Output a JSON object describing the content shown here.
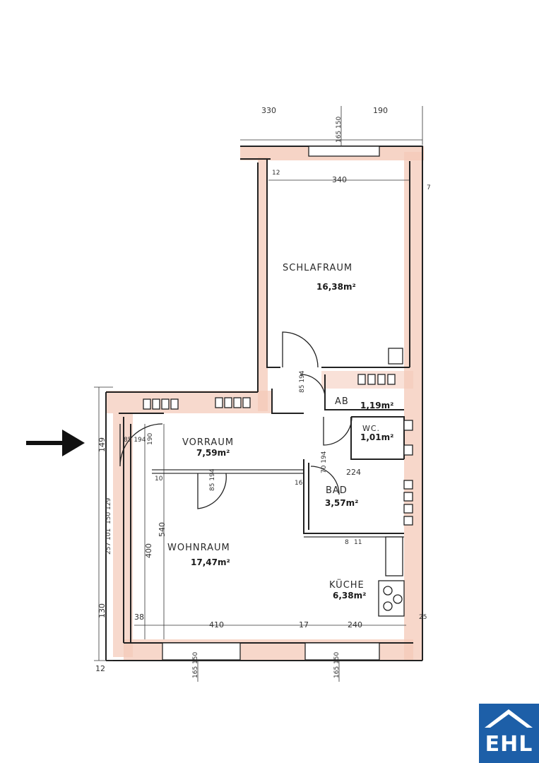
{
  "rooms": {
    "schlafraum": {
      "label": "SCHLAFRAUM",
      "area": "16,38m²"
    },
    "ab": {
      "label": "AB",
      "area": "1,19m²"
    },
    "wc": {
      "label": "WC.",
      "area": "1,01m²"
    },
    "vorraum": {
      "label": "VORRAUM",
      "area": "7,59m²"
    },
    "bad": {
      "label": "BAD",
      "area": "3,57m²"
    },
    "wohnraum": {
      "label": "WOHNRAUM",
      "area": "17,47m²"
    },
    "kueche": {
      "label": "KÜCHE",
      "area": "6,38m²"
    }
  },
  "dimensions": {
    "top_left": "330",
    "top_right": "190",
    "top_window": "165 150",
    "schlaf_width": "340",
    "wall_12_top": "12",
    "wall_7": "7",
    "door_85_194_a": "85 194",
    "door_70_194": "70 194",
    "bad_224": "224",
    "door_85_194_b": "85 194",
    "door_85_194_c": "85 194",
    "v_190": "190",
    "v_149": "149",
    "v_150_129": "150 129",
    "v_257_101": "257 101",
    "v_400": "400",
    "v_540": "540",
    "v_130": "130",
    "v_38": "38",
    "bottom_410": "410",
    "bottom_17": "17",
    "bottom_240": "240",
    "right_25": "25",
    "bottom_12": "12",
    "bottom_165_150_a": "165 150",
    "bottom_165_150_b": "165 150",
    "small_10": "10",
    "small_16": "16",
    "small_8": "8",
    "small_11": "11"
  },
  "logo": {
    "text": "EHL",
    "color": "#1d5fa8"
  },
  "colors": {
    "wall_hatch": "#f4c9b8",
    "lines": "#222222"
  }
}
